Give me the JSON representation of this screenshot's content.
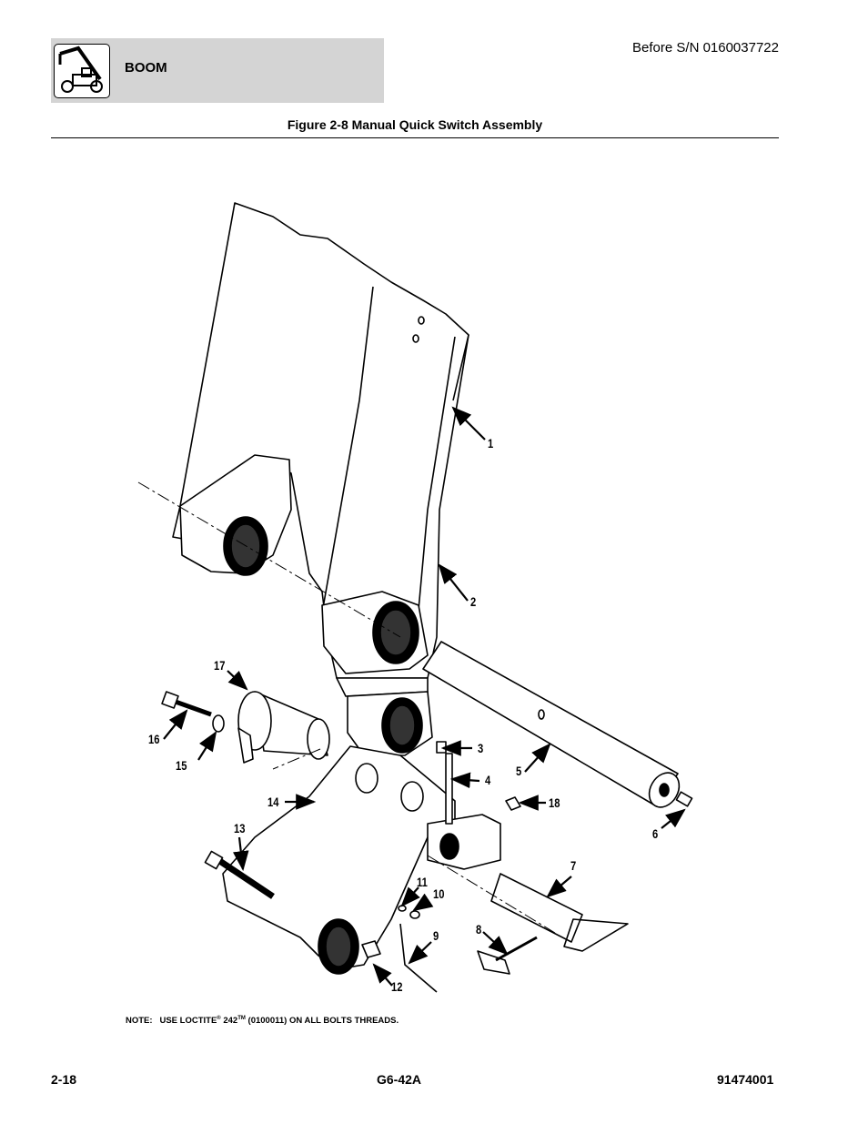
{
  "header": {
    "section": "BOOM",
    "serial_note": "Before S/N 0160037722",
    "logo_icon": "telehandler-icon"
  },
  "figure": {
    "title": "Figure 2-8 Manual Quick Switch Assembly"
  },
  "callouts": {
    "c1": "1",
    "c2": "2",
    "c3": "3",
    "c4": "4",
    "c5": "5",
    "c6": "6",
    "c7": "7",
    "c8": "8",
    "c9": "9",
    "c10": "10",
    "c11": "11",
    "c12": "12",
    "c13": "13",
    "c14": "14",
    "c15": "15",
    "c16": "16",
    "c17": "17",
    "c18": "18"
  },
  "note": {
    "label": "NOTE:",
    "text_before": "USE LOCTITE",
    "reg": "®",
    "product": " 242",
    "tm": "TM",
    "text_after": " (0100011) ON ALL BOLTS THREADS."
  },
  "footer": {
    "page": "2-18",
    "model": "G6-42A",
    "doc_number": "91474001"
  }
}
